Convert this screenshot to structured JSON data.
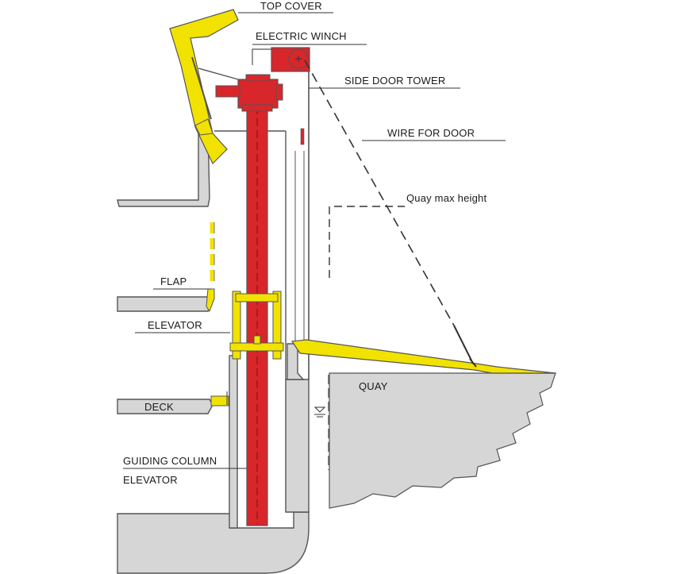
{
  "labels": {
    "top_cover": "TOP COVER",
    "electric_winch": "ELECTRIC WINCH",
    "side_door_tower": "SIDE DOOR TOWER",
    "wire_for_door": "WIRE FOR DOOR",
    "quay_max_height": "Quay max height",
    "flap": "FLAP",
    "elevator": "ELEVATOR",
    "quay": "QUAY",
    "deck": "DECK",
    "guiding_column": "GUIDING COLUMN",
    "guiding_column_elevator": "ELEVATOR"
  },
  "colors": {
    "column_red": "#d8262b",
    "cover_yellow": "#f2e200",
    "hull_gray": "#d6d6d6",
    "outline": "#555555",
    "text": "#1a1a1a"
  }
}
